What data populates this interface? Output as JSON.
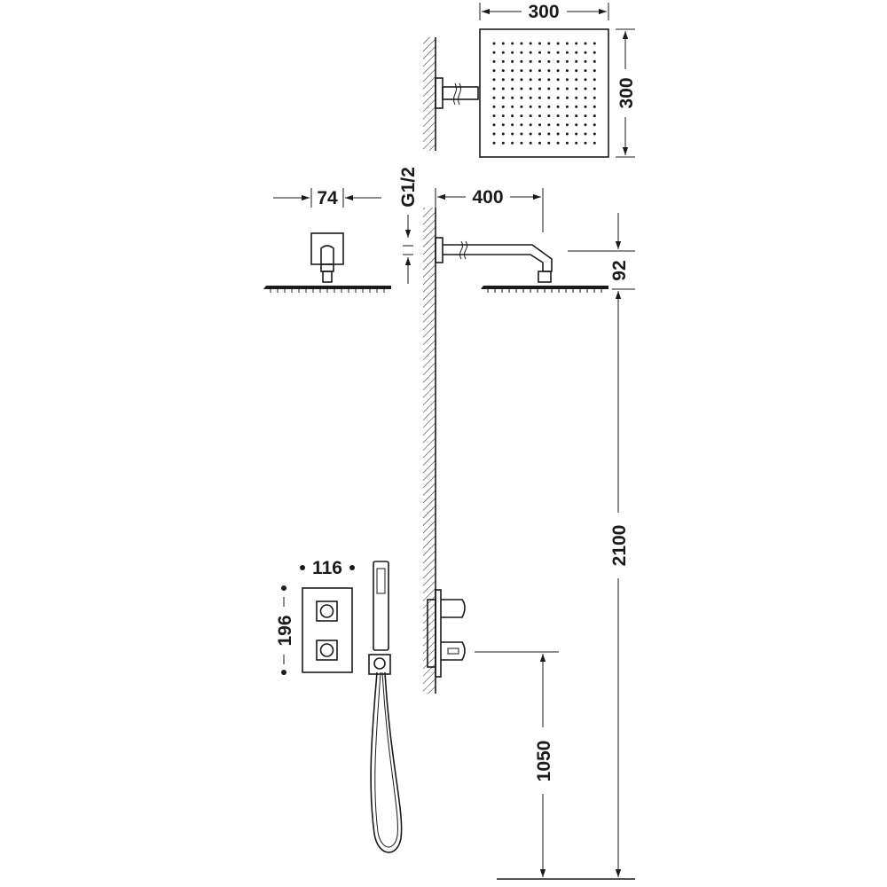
{
  "dimensions": {
    "head_width": "300",
    "head_height": "300",
    "arm_length": "400",
    "connection": "G1/2",
    "flange_width": "74",
    "arm_drop": "92",
    "head_height_floor": "2100",
    "valve_height_floor": "1050",
    "valve_width": "116",
    "valve_height": "196"
  },
  "colors": {
    "line": "#1a1a1a",
    "background": "#ffffff"
  }
}
